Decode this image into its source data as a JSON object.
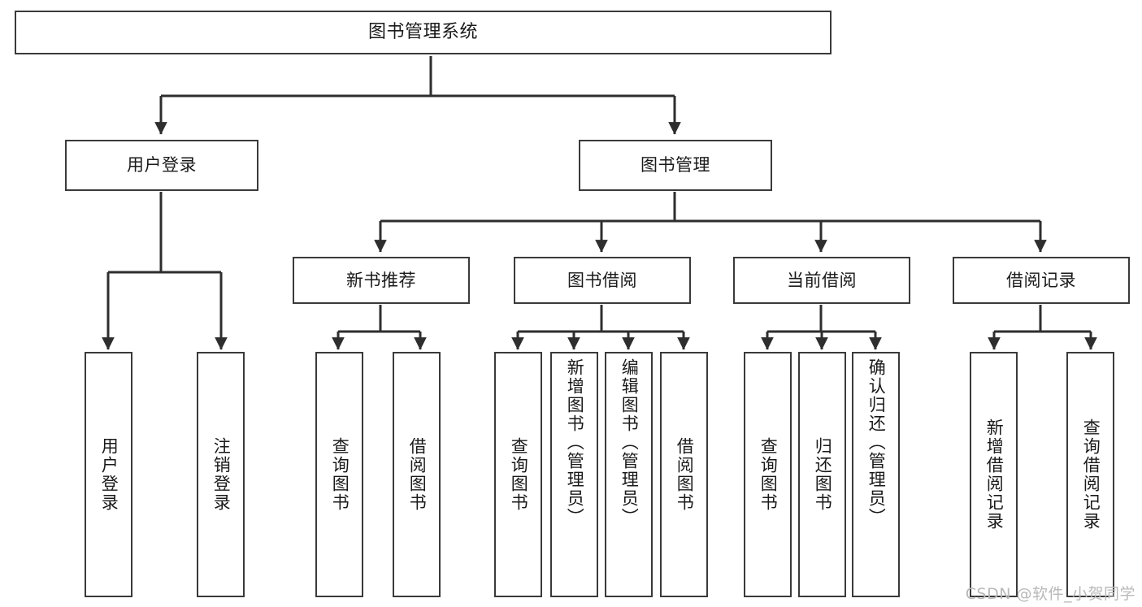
{
  "diagram": {
    "title": "图书管理系统",
    "type": "功能结构图",
    "stroke_color": "#3a3a3a",
    "text_color": "#1a1a1a",
    "background_color": "#ffffff"
  },
  "nodes": {
    "root": {
      "label": "图书管理系统"
    },
    "level1": [
      {
        "label": "用户登录"
      },
      {
        "label": "图书管理"
      }
    ],
    "level2": [
      {
        "label": "新书推荐"
      },
      {
        "label": "图书借阅"
      },
      {
        "label": "当前借阅"
      },
      {
        "label": "借阅记录"
      }
    ],
    "leaves_user_login": [
      {
        "label": "用户登录"
      },
      {
        "label": "注销登录"
      }
    ],
    "leaves_new_books": [
      {
        "label": "查询图书"
      },
      {
        "label": "借阅图书"
      }
    ],
    "leaves_borrow": [
      {
        "label": "查询图书"
      },
      {
        "label": "新增图书（管理员）"
      },
      {
        "label": "编辑图书（管理员）"
      },
      {
        "label": "借阅图书"
      }
    ],
    "leaves_current": [
      {
        "label": "查询图书"
      },
      {
        "label": "归还图书"
      },
      {
        "label": "确认归还（管理员）"
      }
    ],
    "leaves_records": [
      {
        "label": "新增借阅记录"
      },
      {
        "label": "查询借阅记录"
      }
    ]
  },
  "watermark": {
    "text": "CSDN @软件_小贺同学",
    "color": "#b9b9b9"
  }
}
